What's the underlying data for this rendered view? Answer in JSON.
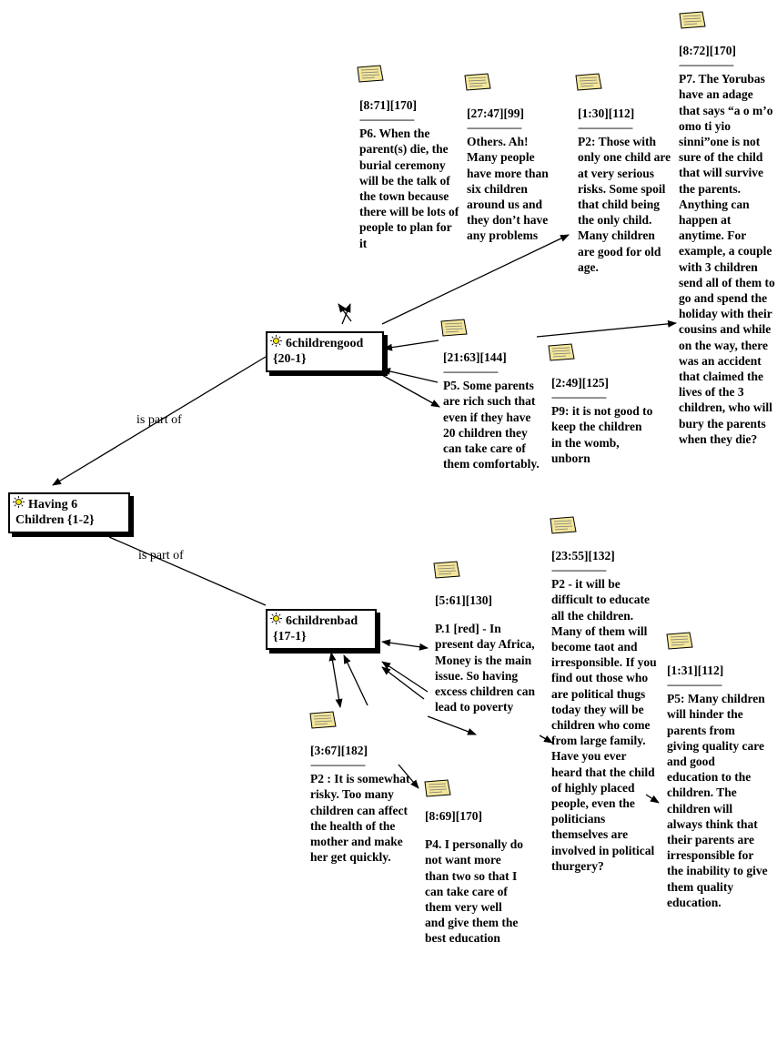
{
  "codes": {
    "having6": {
      "name": "Having 6",
      "count": "Children {1-2}"
    },
    "good": {
      "name": "6childrengood",
      "count": "{20-1}"
    },
    "bad": {
      "name": "6childrenbad",
      "count": "{17-1}"
    }
  },
  "relations": {
    "good_to_having": "is part of",
    "bad_to_having": "is part of"
  },
  "separator": "--------------------",
  "quotes": {
    "q_8_71": {
      "ref": "[8:71][170]",
      "text": "P6. When the parent(s) die, the burial ceremony will be the talk of the town because there will be lots of people to plan for it"
    },
    "q_27_47": {
      "ref": "[27:47][99]",
      "text": "Others. Ah! Many people have more than six children around us and they don’t have any problems"
    },
    "q_1_30": {
      "ref": "[1:30][112]",
      "text": "P2: Those with only one child are at very serious risks. Some spoil that child being the only child. Many children are good for old age."
    },
    "q_8_72": {
      "ref": "[8:72][170]",
      "text": "P7. The Yorubas have an adage that says “a o m’o omo ti yio sinni”one is not sure of the child that will survive the parents. Anything can happen at anytime. For example, a couple with 3 children send all of them to go and spend the holiday with their cousins and while on the way, there was an accident that claimed the lives of the 3 children, who will bury the parents when they die?"
    },
    "q_21_63": {
      "ref": "[21:63][144]",
      "text": "P5. Some parents are rich such that even if they have 20 children they can take care of them comfortably."
    },
    "q_2_49": {
      "ref": "[2:49][125]",
      "text": "P9: it is not good to keep the children in the womb, unborn"
    },
    "q_23_55": {
      "ref": "[23:55][132]",
      "text": "P2 - it will be difficult to educate all the children. Many of them will become taot and irresponsible. If you find out those who are political thugs today they will be children who come from large family. Have you ever heard that the child of highly placed people, even the politicians themselves are involved in political thurgery?"
    },
    "q_5_61": {
      "ref": "[5:61][130]",
      "text": "P.1 [red] - In present day Africa, Money is the main issue. So having excess children can lead to poverty"
    },
    "q_1_31": {
      "ref": "[1:31][112]",
      "text": "P5: Many children will hinder the parents from giving quality care and good education to the children. The children will always think that their parents are irresponsible for the inability to give them quality education."
    },
    "q_3_67": {
      "ref": "[3:67][182]",
      "text": "P2 : It is somewhat risky. Too many children can affect the health of the mother and make her get quickly."
    },
    "q_8_69": {
      "ref": "[8:69][170]",
      "text": "P4. I personally do not want more than two so that I can take care of them very well and give them the best education"
    }
  }
}
